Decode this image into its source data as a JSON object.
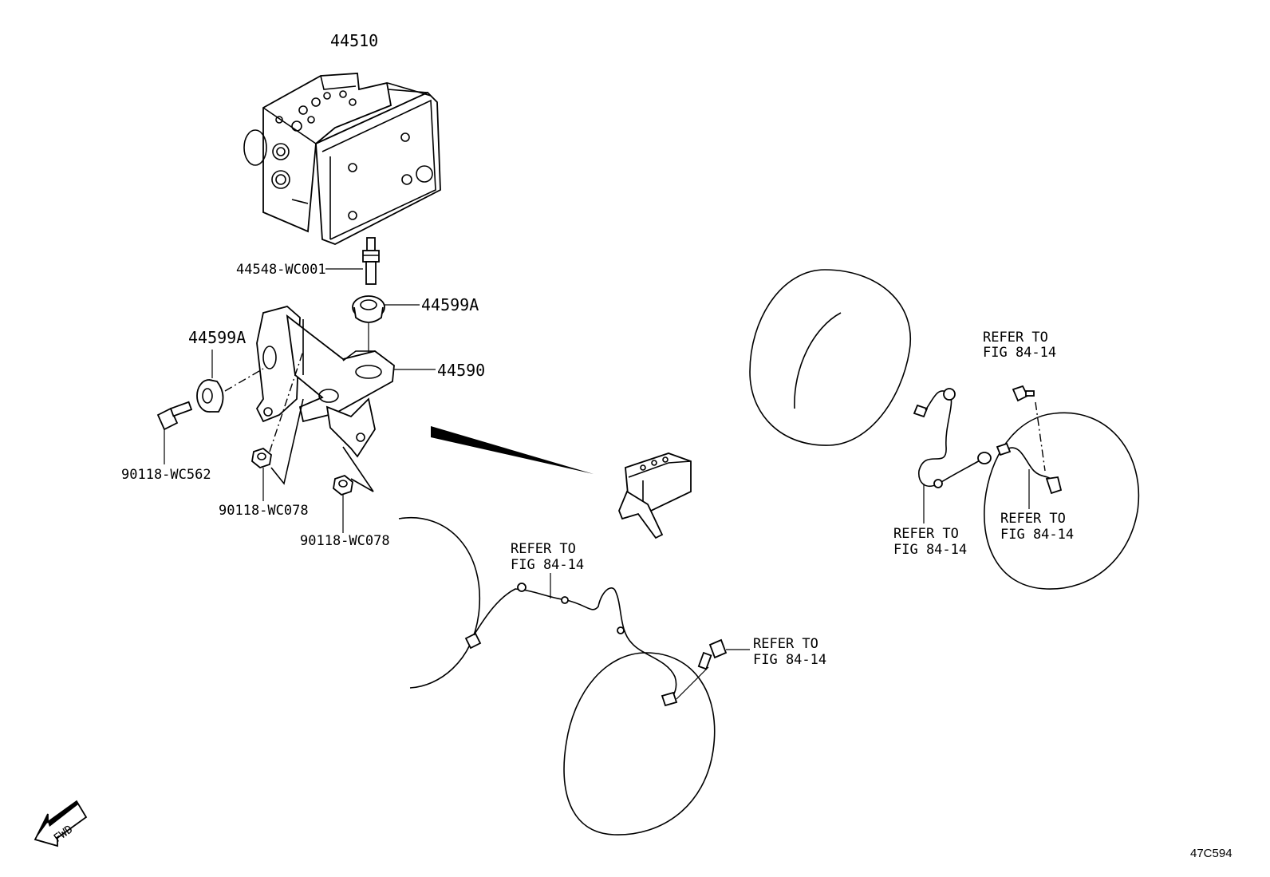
{
  "parts": {
    "abs_actuator": "44510",
    "union_bolt": "44548-WC001",
    "cushion_top": "44599A",
    "cushion_left": "44599A",
    "bracket": "44590",
    "bolt": "90118-WC562",
    "nut_left": "90118-WC078",
    "nut_right": "90118-WC078"
  },
  "references": {
    "rear_bolt": [
      "REFER TO",
      "FIG 84-14"
    ],
    "rear_sensor_left": [
      "REFER TO",
      "FIG 84-14"
    ],
    "rear_sensor_right": [
      "REFER TO",
      "FIG 84-14"
    ],
    "front_sensor": [
      "REFER TO",
      "FIG 84-14"
    ],
    "front_bolt": [
      "REFER TO",
      "FIG 84-14"
    ]
  },
  "fwd_label": "FWD",
  "figure_code": "47C594"
}
